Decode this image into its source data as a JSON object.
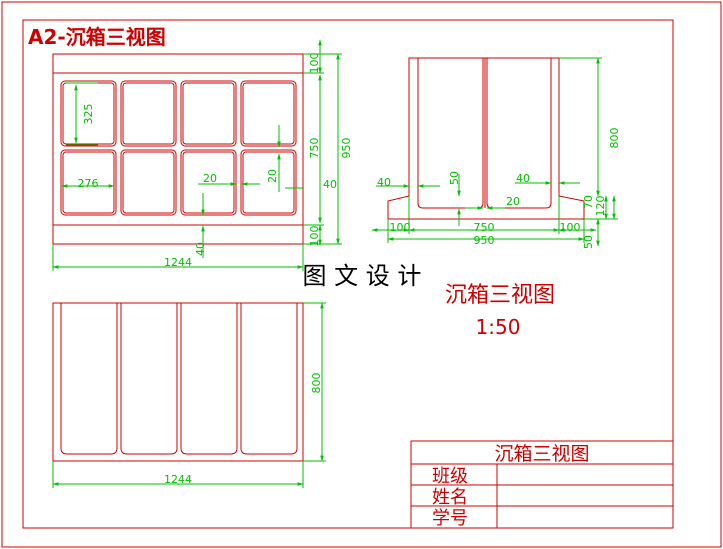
{
  "sheet_title": "A2-沉箱三视图",
  "watermark": "图 文 设 计",
  "drawing_name": "沉箱三视图",
  "scale": "1:50",
  "title_block": {
    "header": "沉箱三视图",
    "rows": [
      "班级",
      "姓名",
      "学号"
    ]
  },
  "dims": {
    "top_325": "325",
    "top_276": "276",
    "top_20a": "20",
    "top_20b": "20",
    "top_40_bottom": "40",
    "top_40_right": "40",
    "top_100_top": "100",
    "top_750": "750",
    "top_950": "950",
    "top_100_bottom": "100",
    "top_1244": "1244",
    "side_800": "800",
    "side_40_left": "40",
    "side_50": "50",
    "side_40_right": "40",
    "side_20": "20",
    "side_70": "70",
    "side_120": "120",
    "side_100_left": "100",
    "side_750": "750",
    "side_100_right": "100",
    "side_950": "950",
    "side_50_bottom": "50",
    "front_800": "800",
    "front_1244": "1244"
  },
  "colors": {
    "outline": "#d00000",
    "dimension": "#00c000",
    "text": "#000000"
  }
}
